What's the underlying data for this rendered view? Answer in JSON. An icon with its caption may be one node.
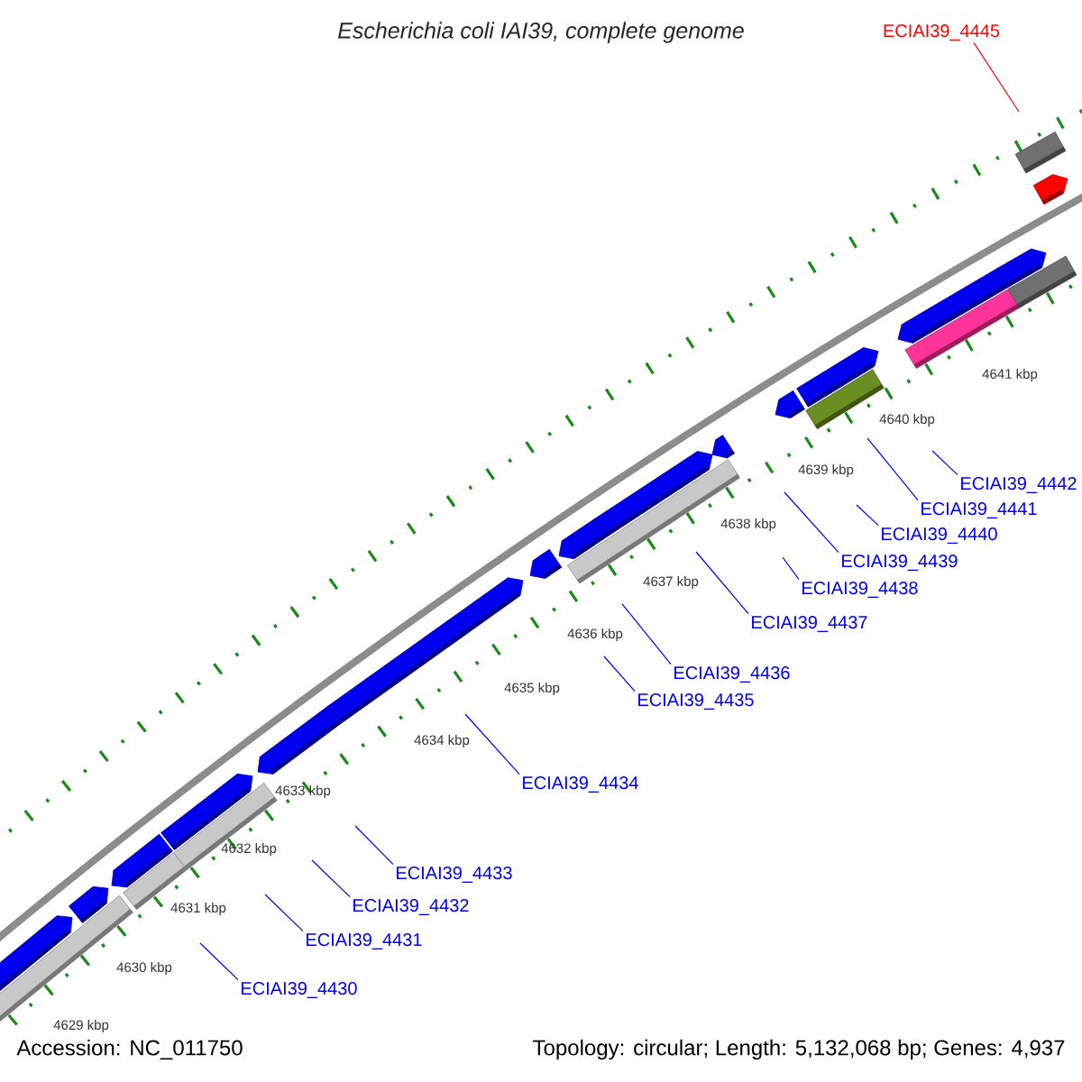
{
  "diagram": {
    "title": "Escherichia coli IAI39, complete genome",
    "nodes": [
      {
        "text": [
          "ECIAI39_4445"
        ]
      },
      {
        "text": [
          "ECIAI39_4442"
        ]
      },
      {
        "text": [
          "ECIAI39_4441"
        ]
      },
      {
        "text": [
          "ECIAI39_4440"
        ]
      },
      {
        "text": [
          "ECIAI39_4439"
        ]
      },
      {
        "text": [
          "ECIAI39_4438"
        ]
      },
      {
        "text": [
          "ECIAI39_4437"
        ]
      },
      {
        "text": [
          "ECIAI39_4436"
        ]
      },
      {
        "text": [
          "ECIAI39_4435"
        ]
      },
      {
        "text": [
          "ECIAI39_4434"
        ]
      },
      {
        "text": [
          "ECIAI39_4433"
        ]
      },
      {
        "text": [
          "ECIAI39_4432"
        ]
      },
      {
        "text": [
          "ECIAI39_4431"
        ]
      },
      {
        "text": [
          "ECIAI39_4430"
        ]
      }
    ],
    "edges": [
      {
        "from": 0,
        "to": null,
        "arrow": "none",
        "color": "#ff0000"
      },
      {
        "from": 1,
        "to": null,
        "arrow": "none"
      },
      {
        "from": 2,
        "to": null,
        "arrow": "none"
      },
      {
        "from": 3,
        "to": null,
        "arrow": "none"
      },
      {
        "from": 4,
        "to": null,
        "arrow": "none"
      },
      {
        "from": 5,
        "to": null,
        "arrow": "none"
      },
      {
        "from": 6,
        "to": null,
        "arrow": "none"
      },
      {
        "from": 7,
        "to": null,
        "arrow": "none"
      },
      {
        "from": 8,
        "to": null,
        "arrow": "none"
      },
      {
        "from": 9,
        "to": null,
        "arrow": "none"
      },
      {
        "from": 10,
        "to": null,
        "arrow": "none"
      },
      {
        "from": 11,
        "to": null,
        "arrow": "none"
      },
      {
        "from": 12,
        "to": null,
        "arrow": "none"
      },
      {
        "from": 13,
        "to": null,
        "arrow": "none"
      }
    ],
    "labels": [
      "4641 kbp",
      "4640 kbp",
      "4639 kbp",
      "4638 kbp",
      "4637 kbp",
      "4636 kbp",
      "4635 kbp",
      "4634 kbp",
      "4633 kbp",
      "4632 kbp",
      "4631 kbp",
      "4630 kbp",
      "4629 kbp",
      "Accession: NC_011750",
      "Topology: circular; Length: 5,132,068 bp; Genes: 4,937"
    ]
  }
}
